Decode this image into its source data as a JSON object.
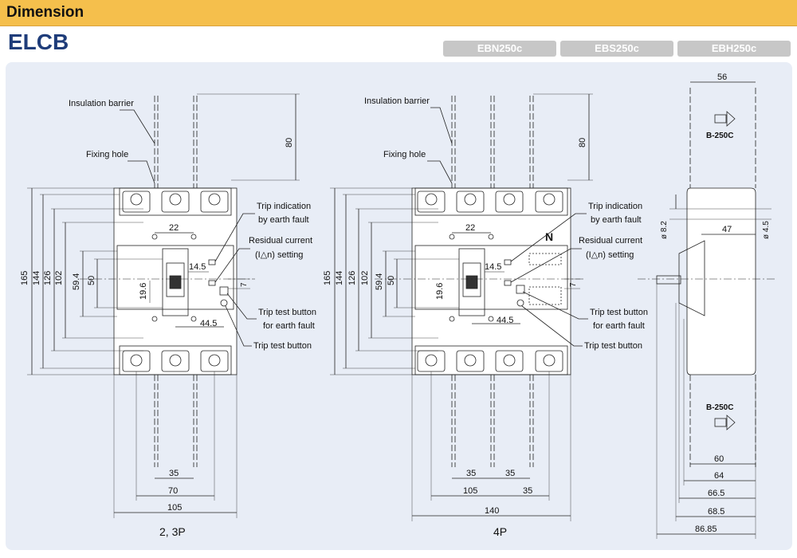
{
  "header": {
    "title": "Dimension"
  },
  "page_title": "ELCB",
  "models": [
    "EBN250c",
    "EBS250c",
    "EBH250c"
  ],
  "views": {
    "three_pole": {
      "caption": "2, 3P",
      "labels": {
        "insulation_barrier": "Insulation barrier",
        "fixing_hole": "Fixing hole",
        "trip_indication_1": "Trip indication",
        "trip_indication_2": "by earth fault",
        "residual_current_1": "Residual current",
        "residual_current_2": "(I△n) setting",
        "trip_test_earth_1": "Trip test button",
        "trip_test_earth_2": "for earth fault",
        "trip_test": "Trip test button"
      },
      "dims": {
        "d80": "80",
        "d165": "165",
        "d144": "144",
        "d126": "126",
        "d102": "102",
        "d59_4": "59.4",
        "d50": "50",
        "d22": "22",
        "d14_5": "14.5",
        "d19_6": "19.6",
        "d44_5": "44.5",
        "d7": "7",
        "d35": "35",
        "d70": "70",
        "d105": "105"
      }
    },
    "four_pole": {
      "caption": "4P",
      "labels": {
        "insulation_barrier": "Insulation barrier",
        "fixing_hole": "Fixing hole",
        "trip_indication_1": "Trip indication",
        "trip_indication_2": "by earth fault",
        "residual_current_1": "Residual current",
        "residual_current_2": "(I△n) setting",
        "trip_test_earth_1": "Trip test button",
        "trip_test_earth_2": "for earth fault",
        "trip_test": "Trip test button",
        "neutral": "N"
      },
      "dims": {
        "d80": "80",
        "d165": "165",
        "d144": "144",
        "d126": "126",
        "d102": "102",
        "d59_4": "59.4",
        "d50": "50",
        "d22": "22",
        "d14_5": "14.5",
        "d19_6": "19.6",
        "d44_5": "44.5",
        "d7": "7",
        "d35a": "35",
        "d35b": "35",
        "d35c": "35",
        "d105": "105",
        "d140": "140"
      }
    },
    "side": {
      "labels": {
        "breaker_model": "B-250C"
      },
      "dims": {
        "d56": "56",
        "d8_2": "ø 8.2",
        "d47": "47",
        "d4_5": "ø 4.5",
        "d60": "60",
        "d64": "64",
        "d66_5": "66.5",
        "d68_5": "68.5",
        "d86_85": "86.85"
      }
    }
  }
}
